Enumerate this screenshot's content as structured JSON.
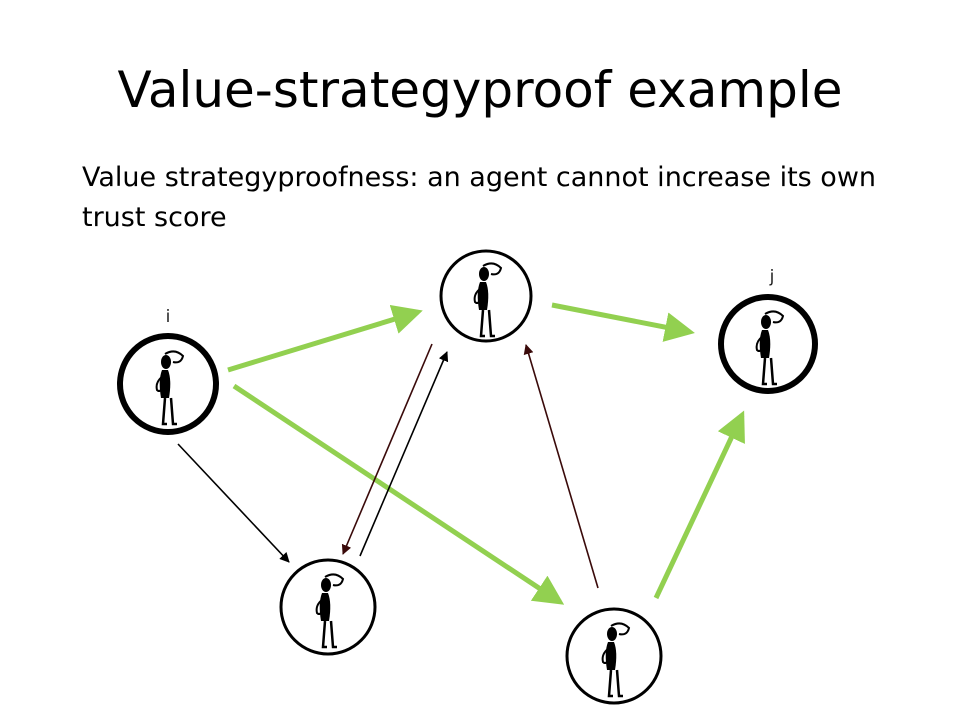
{
  "slide": {
    "title": "Value-strategyproof example",
    "subtitle": "Value strategyproofness: an agent cannot increase its own trust score"
  },
  "diagram": {
    "nodes": [
      {
        "id": "i",
        "label": "i",
        "outline": "thick"
      },
      {
        "id": "top",
        "label": "",
        "outline": "normal"
      },
      {
        "id": "j",
        "label": "j",
        "outline": "thick"
      },
      {
        "id": "bottom-left",
        "label": "",
        "outline": "normal"
      },
      {
        "id": "bottom-right",
        "label": "",
        "outline": "normal"
      }
    ],
    "edges": [
      {
        "from": "i",
        "to": "top",
        "color": "green"
      },
      {
        "from": "top",
        "to": "j",
        "color": "green"
      },
      {
        "from": "i",
        "to": "bottom-right",
        "color": "green"
      },
      {
        "from": "bottom-right",
        "to": "j",
        "color": "green"
      },
      {
        "from": "i",
        "to": "bottom-left",
        "color": "black"
      },
      {
        "from": "top",
        "to": "bottom-left",
        "color": "dark-red"
      },
      {
        "from": "bottom-left",
        "to": "top",
        "color": "black"
      },
      {
        "from": "bottom-right",
        "to": "top",
        "color": "dark-red"
      }
    ],
    "node_icon": "thinking-person-icon",
    "colors": {
      "green": "#92d050",
      "black": "#000000",
      "dark-red": "#3a0a0a"
    }
  }
}
